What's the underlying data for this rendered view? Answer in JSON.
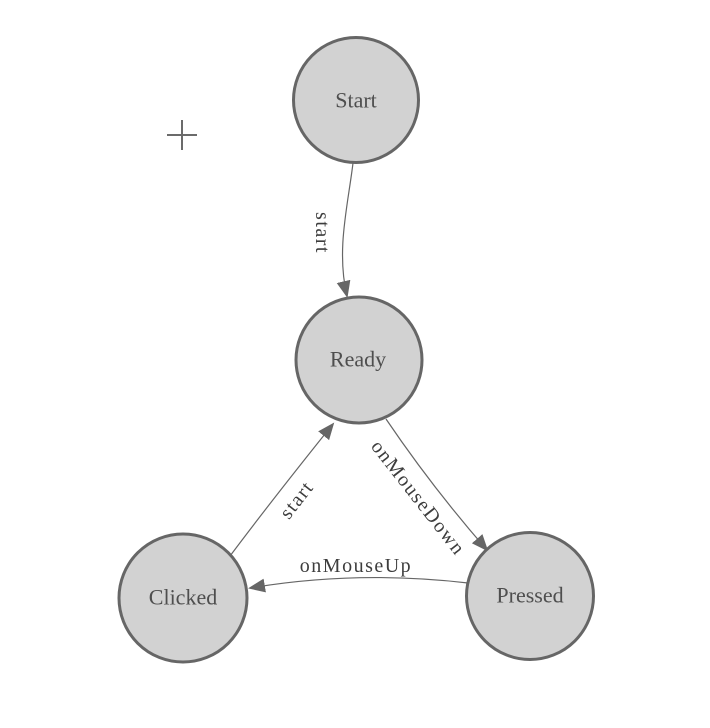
{
  "canvas": {
    "background": "#ffffff",
    "origin_marker_icon": "plus-crosshair-icon"
  },
  "colors": {
    "node_fill": "#d2d2d2",
    "node_stroke": "#666666",
    "edge_stroke": "#666666",
    "arrow_fill": "#666666",
    "node_text": "#4e4e4e",
    "edge_text": "#3d3d3d",
    "crosshair": "#6b6b6b"
  },
  "diagram": {
    "type": "finite-state-machine",
    "nodes": [
      {
        "id": "start",
        "label": "Start"
      },
      {
        "id": "ready",
        "label": "Ready"
      },
      {
        "id": "clicked",
        "label": "Clicked"
      },
      {
        "id": "pressed",
        "label": "Pressed"
      }
    ],
    "edges": [
      {
        "from": "Start",
        "to": "Ready",
        "label": "start"
      },
      {
        "from": "Ready",
        "to": "Pressed",
        "label": "onMouseDown"
      },
      {
        "from": "Pressed",
        "to": "Clicked",
        "label": "onMouseUp"
      },
      {
        "from": "Clicked",
        "to": "Ready",
        "label": "start"
      }
    ]
  }
}
